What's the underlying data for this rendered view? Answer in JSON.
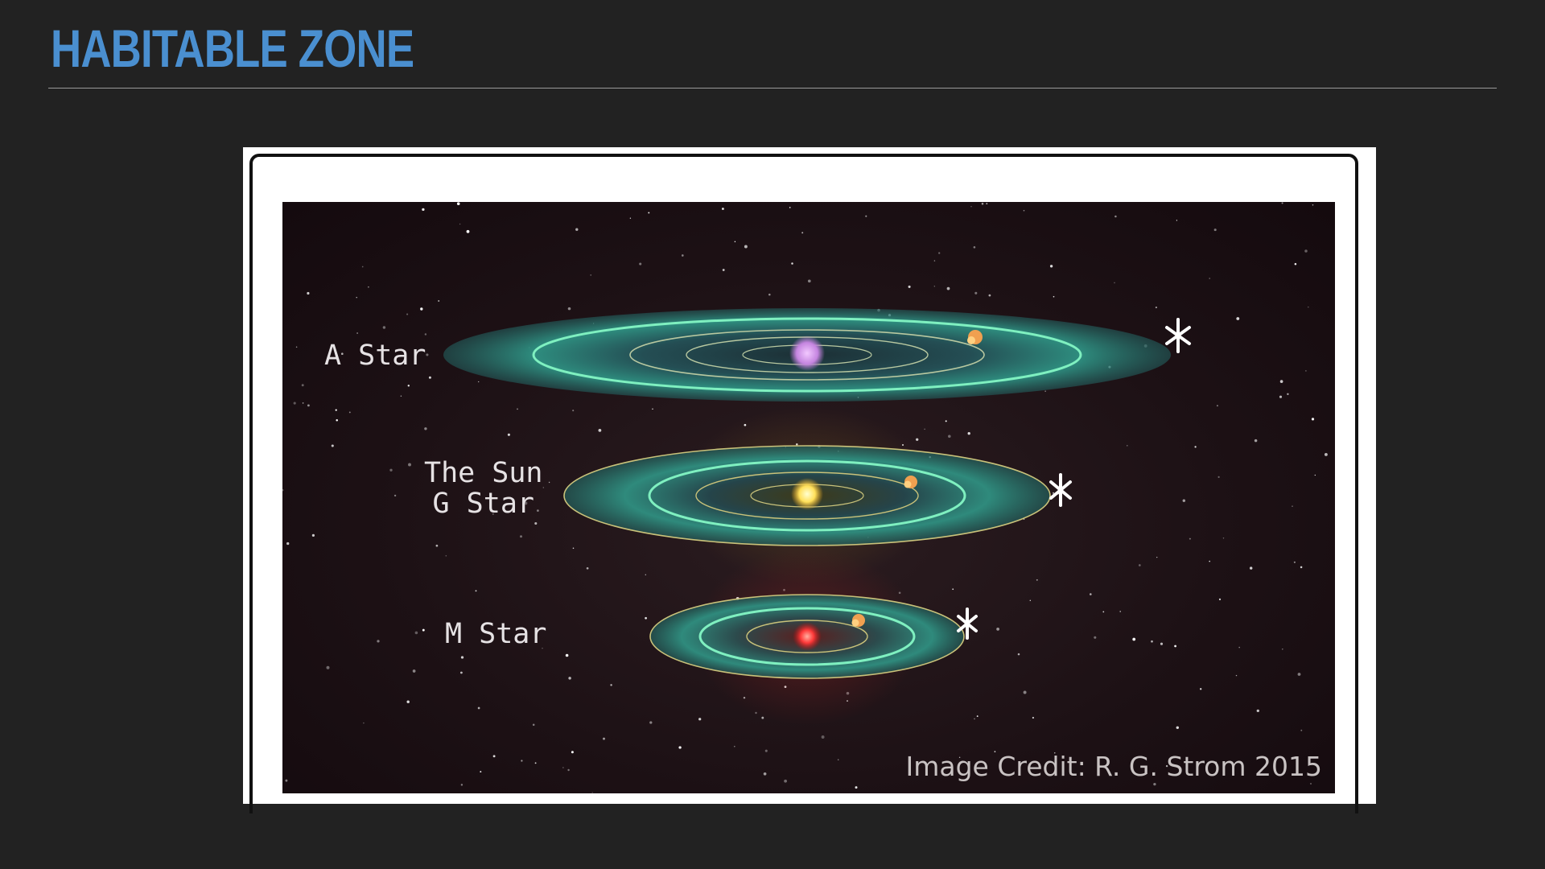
{
  "slide": {
    "title": "HABITABLE ZONE"
  },
  "figure": {
    "labels": {
      "a_star": "A  Star",
      "sun_line1": "The Sun",
      "sun_line2": "G  Star",
      "m_star": "M  Star"
    },
    "credit": "Image Credit: R. G. Strom 2015",
    "colors": {
      "habitable_zone": "#2e8c7e",
      "a_star": "#e4a8f0",
      "g_star": "#ffe05a",
      "m_star": "#ff3a3a"
    }
  }
}
